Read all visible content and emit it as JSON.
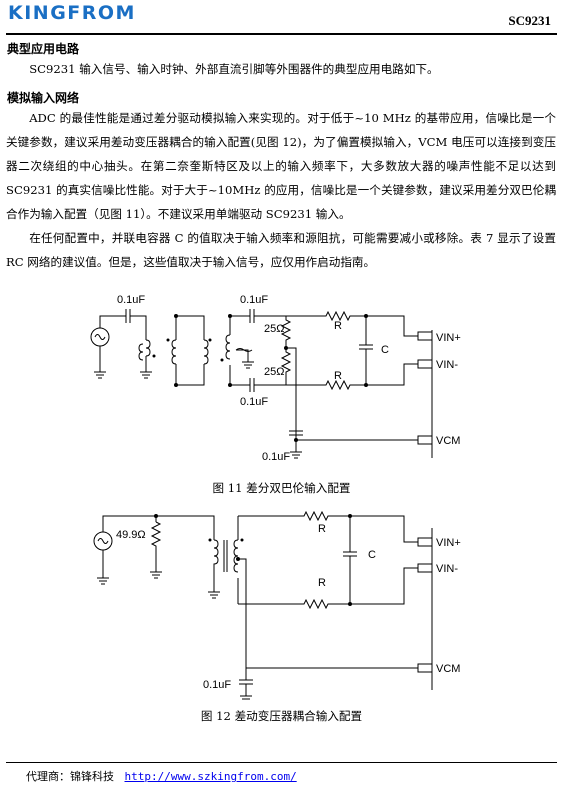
{
  "header": {
    "logo": "KINGFROM",
    "model": "SC9231"
  },
  "sec1": {
    "title": "典型应用电路",
    "text": "SC9231 输入信号、输入时钟、外部直流引脚等外围器件的典型应用电路如下。"
  },
  "sec2": {
    "title": "模拟输入网络",
    "p1": "ADC 的最佳性能是通过差分驱动模拟输入来实现的。对于低于~10 MHz 的基带应用，信噪比是一个关键参数，建议采用差动变压器耦合的输入配置(见图 12)，为了偏置模拟输入，VCM 电压可以连接到变压器二次绕组的中心抽头。在第二奈奎斯特区及以上的输入频率下，大多数放大器的噪声性能不足以达到 SC9231 的真实信噪比性能。对于大于~10MHz 的应用，信噪比是一个关键参数，建议采用差分双巴伦耦合作为输入配置（见图 11）。不建议采用单端驱动 SC9231 输入。",
    "p2": "在任何配置中，并联电容器 C 的值取决于输入频率和源阻抗，可能需要减小或移除。表 7 显示了设置 RC 网络的建议值。但是，这些值取决于输入信号，应仅用作启动指南。"
  },
  "fig11": {
    "caption": "图 11 差分双巴伦输入配置",
    "labels": {
      "cap_in": "0.1uF",
      "cap_top": "0.1uF",
      "cap_bot": "0.1uF",
      "cap_vcm": "0.1uF",
      "r25_top": "25Ω",
      "r25_bot": "25Ω",
      "r_top": "R",
      "r_bot": "R",
      "c": "C",
      "vin_p": "VIN+",
      "vin_n": "VIN-",
      "vcm": "VCM"
    }
  },
  "fig12": {
    "caption": "图 12 差动变压器耦合输入配置",
    "labels": {
      "r_src": "49.9Ω",
      "r_top": "R",
      "r_bot": "R",
      "c": "C",
      "vin_p": "VIN+",
      "vin_n": "VIN-",
      "vcm": "VCM",
      "cap_vcm": "0.1uF"
    }
  },
  "footer": {
    "agent": "代理商：锦锋科技",
    "url": "http://www.szkingfrom.com/"
  }
}
